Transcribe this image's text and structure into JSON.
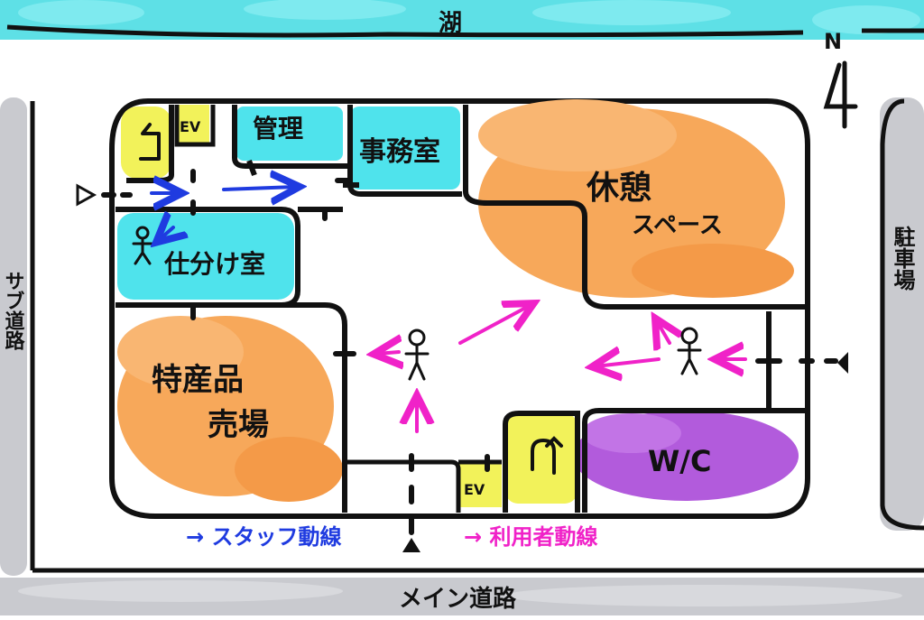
{
  "labels": {
    "lake": "湖",
    "north": "N",
    "management": "管理",
    "office": "事務室",
    "rest_area_line1": "休憩",
    "rest_area_line2": "スペース",
    "sorting_room": "仕分け室",
    "specialty_shop_line1": "特産品",
    "specialty_shop_line2": "売場",
    "restroom": "W/C",
    "elevator": "EV",
    "sub_road": "サブ道路",
    "parking": "駐車場",
    "main_road": "メイン道路"
  },
  "legend": {
    "staff_route": "→ スタッフ動線",
    "visitor_route": "→ 利用者動線"
  },
  "colors": {
    "lake": "#5ee0e6",
    "road": "#c9cacf",
    "staff_rooms": "#4fe3ec",
    "rest_area": "#f7a85a",
    "shop": "#f7a85a",
    "restroom": "#b25bdc",
    "stairs": "#f2f25a",
    "staff_route": "#1f3be0",
    "visitor_route": "#f022c8",
    "wall": "#111111"
  },
  "icons": {
    "stairs_top": "stairs-turn-icon",
    "stairs_bottom": "stairs-u-turn-icon",
    "person": "stick-figure-icon",
    "entrance": "entrance-triangle-icon"
  }
}
